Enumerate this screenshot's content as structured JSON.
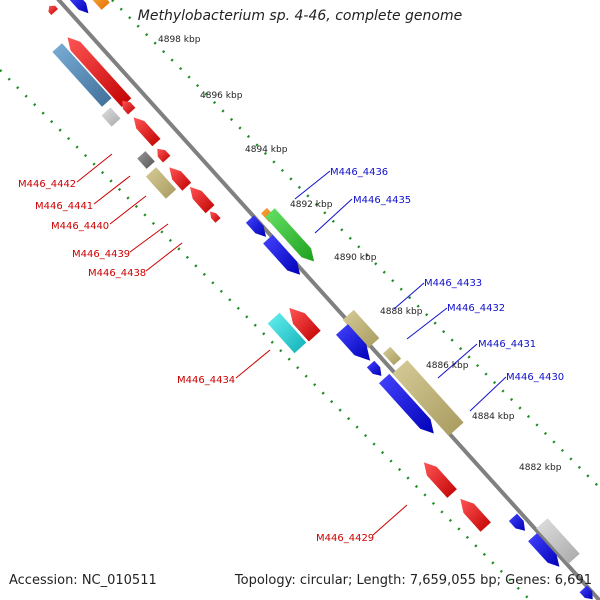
{
  "title": "Methylobacterium sp. 4-46, complete genome",
  "footer": {
    "accession": "Accession: NC_010511",
    "topology": "Topology: circular; Length: 7,659,055 bp; Genes: 6,691"
  },
  "colors": {
    "backbone": "#808080",
    "tick": "#1e8c1e",
    "forward_strand": "#1010e0",
    "reverse_strand": "#e01010",
    "label_forward": "#1010cc",
    "label_reverse": "#cc0000"
  },
  "scale_labels": [
    "4898 kbp",
    "4896 kbp",
    "4894 kbp",
    "4892 kbp",
    "4890 kbp",
    "4888 kbp",
    "4886 kbp",
    "4884 kbp",
    "4882 kbp"
  ],
  "gene_labels": {
    "reverse": [
      "M446_4442",
      "M446_4441",
      "M446_4440",
      "M446_4439",
      "M446_4438",
      "M446_4434",
      "M446_4429"
    ],
    "forward": [
      "M446_4436",
      "M446_4435",
      "M446_4433",
      "M446_4432",
      "M446_4431",
      "M446_4430"
    ]
  }
}
